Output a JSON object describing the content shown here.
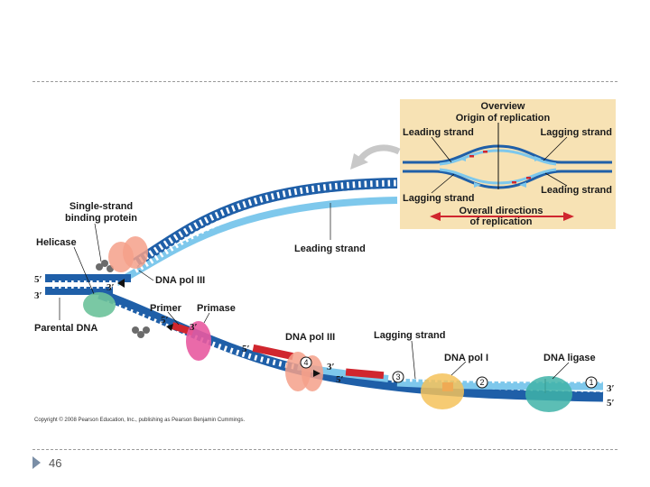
{
  "slide": {
    "number": "46"
  },
  "overview": {
    "title": "Overview",
    "origin": "Origin of replication",
    "leading_left": "Leading strand",
    "lagging_right": "Lagging strand",
    "lagging_left": "Lagging strand",
    "leading_right": "Leading strand",
    "directions": "Overall directions",
    "of_replication": "of replication"
  },
  "labels": {
    "ssb1": "Single-strand",
    "ssb2": "binding protein",
    "helicase": "Helicase",
    "dna_pol_iii_top": "DNA pol III",
    "leading_strand": "Leading strand",
    "parental_dna": "Parental DNA",
    "primer": "Primer",
    "primase": "Primase",
    "dna_pol_iii_bottom": "DNA pol III",
    "lagging_strand": "Lagging strand",
    "dna_pol_i": "DNA pol I",
    "dna_ligase": "DNA ligase"
  },
  "ends": {
    "left_top": "5′",
    "left_bottom": "3′",
    "top_3prime": "3′",
    "primer_5prime": "5′",
    "primer_3prime": "3′",
    "frag_5prime": "5′",
    "pol_3prime": "3′",
    "pol_5prime": "5′",
    "right_top": "3′",
    "right_bottom": "5′"
  },
  "steps": [
    "1",
    "2",
    "3",
    "4"
  ],
  "copyright": "Copyright © 2008 Pearson Education, Inc., publishing as Pearson Benjamin Cummings.",
  "colors": {
    "parental": "#1f5fa8",
    "new_strand": "#7ec8ec",
    "primer": "#d0262e",
    "inset_bg": "#f7e2b4",
    "polymerase": "#f4a08a",
    "helicase": "#6cc29a",
    "primase": "#e85aa0",
    "pol_i": "#f4c25a",
    "ligase": "#3fb3a8"
  }
}
